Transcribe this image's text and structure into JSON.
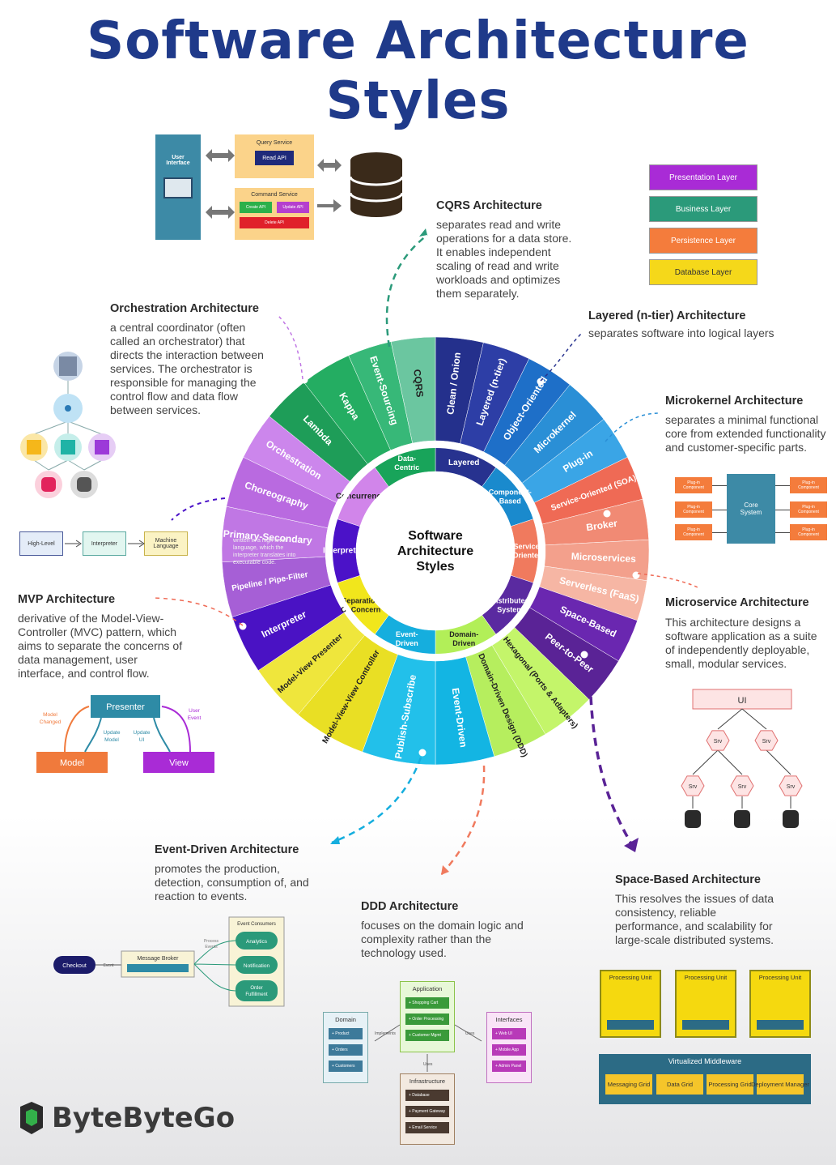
{
  "title": "Software Architecture Styles",
  "logo": {
    "text": "ByteByteGo"
  },
  "wheel": {
    "center": [
      "Software",
      "Architecture",
      "Styles"
    ],
    "inner": [
      {
        "label": "Layered",
        "color": "#27328f"
      },
      {
        "label": "Component-Based",
        "color": "#1a8acd"
      },
      {
        "label": "Service-Oriented",
        "color": "#f07a5e"
      },
      {
        "label": "Distributed System",
        "color": "#5a2aa0"
      },
      {
        "label": "Domain-Driven",
        "color": "#b2ef58"
      },
      {
        "label": "Event-Driven",
        "color": "#15aede"
      },
      {
        "label": "Separation Of Concern",
        "color": "#f1e61c"
      },
      {
        "label": "Interpreter",
        "color": "#4b12c8"
      },
      {
        "label": "Concurrency",
        "color": "#d185ea"
      },
      {
        "label": "Data-Centric",
        "color": "#18a45a"
      }
    ],
    "outer": [
      {
        "label": "Clean / Onion",
        "color": "#24308c"
      },
      {
        "label": "Layered (n-tier)",
        "color": "#2d3ea6"
      },
      {
        "label": "Object-Oriented",
        "color": "#1e6fc8"
      },
      {
        "label": "Microkernel",
        "color": "#2a8fd6"
      },
      {
        "label": "Plug-in",
        "color": "#3aa5e6"
      },
      {
        "label": "Service-Oriented (SOA)",
        "color": "#ef6a55"
      },
      {
        "label": "Broker",
        "color": "#f18a74"
      },
      {
        "label": "Microservices",
        "color": "#f3a08c"
      },
      {
        "label": "Serverless (FaaS)",
        "color": "#f6b6a4"
      },
      {
        "label": "Space-Based",
        "color": "#6a27b0"
      },
      {
        "label": "Peer-to-Peer",
        "color": "#5a2396"
      },
      {
        "label": "Hexagonal (Ports & Adapters)",
        "color": "#c4f56a"
      },
      {
        "label": "Domain-Driven Design (DDD)",
        "color": "#b6ee5e"
      },
      {
        "label": "Event-Driven",
        "color": "#13b5e3"
      },
      {
        "label": "Publish-Subscribe",
        "color": "#22c0ea"
      },
      {
        "label": "Model-View-View Controller",
        "color": "#e9df24"
      },
      {
        "label": "Model-View Presenter",
        "color": "#efe63c"
      },
      {
        "label": "Interpreter",
        "color": "#4a12c4"
      },
      {
        "label": "Pipeline / Pipe-Filter",
        "color": "#a65fd6"
      },
      {
        "label": "Primary-Secondary",
        "color": "#c077e4"
      },
      {
        "label": "Choreography",
        "color": "#b96ae0"
      },
      {
        "label": "Orchestration",
        "color": "#cc86ec"
      },
      {
        "label": "Lambda",
        "color": "#1e9d58"
      },
      {
        "label": "Kappa",
        "color": "#24ad62"
      },
      {
        "label": "Event-Sourcing",
        "color": "#37b878"
      },
      {
        "label": "CQRS",
        "color": "#6bc6a0"
      }
    ],
    "interpreter_note": "written in a high-level language, which the interpreter translates into executable code."
  },
  "sections": {
    "cqrs": {
      "title": "CQRS Architecture",
      "desc": [
        "separates read and write",
        "operations for a data store.",
        "It enables independent",
        "scaling of read and write",
        "workloads and optimizes",
        "them separately."
      ]
    },
    "layered": {
      "title": "Layered (n-tier) Architecture",
      "desc": [
        "separates software into logical layers"
      ]
    },
    "microkernel": {
      "title": "Microkernel Architecture",
      "desc": [
        "separates a minimal functional",
        "core from extended functionality",
        "and customer-specific parts."
      ]
    },
    "microservice": {
      "title": "Microservice Architecture",
      "desc": [
        "This architecture designs a",
        "software application as a suite",
        "of independently deployable,",
        "small, modular services."
      ]
    },
    "spacebased": {
      "title": "Space-Based Architecture",
      "desc": [
        "This resolves the issues of data",
        "consistency, reliable",
        "performance, and scalability for",
        "large-scale distributed systems."
      ]
    },
    "ddd": {
      "title": "DDD Architecture",
      "desc": [
        "focuses on the domain logic and",
        "complexity rather than the",
        "technology used."
      ]
    },
    "eventdriven": {
      "title": "Event-Driven Architecture",
      "desc": [
        "promotes the production,",
        "detection, consumption of, and",
        "reaction to events."
      ]
    },
    "mvp": {
      "title": "MVP Architecture",
      "desc": [
        "derivative of the Model-View-",
        "Controller (MVC) pattern, which",
        "aims to separate the concerns of",
        "data management, user",
        "interface, and control flow."
      ]
    },
    "orchestration": {
      "title": "Orchestration Architecture",
      "desc": [
        "a central coordinator (often",
        "called an orchestrator) that",
        "directs the interaction between",
        "services. The orchestrator is",
        "responsible for managing the",
        "control flow and data flow",
        "between services."
      ]
    }
  },
  "cqrs_diagram": {
    "ui": [
      "User",
      "Interface"
    ],
    "query_service": "Query Service",
    "read_api": "Read API",
    "command_service": "Command Service",
    "create_api": "Create API",
    "update_api": "Update API",
    "delete_api": "Delete API"
  },
  "layers": [
    {
      "label": "Presentation Layer",
      "color": "#a92bd6"
    },
    {
      "label": "Business Layer",
      "color": "#2b9a7a"
    },
    {
      "label": "Persistence Layer",
      "color": "#f47c3c"
    },
    {
      "label": "Database Layer",
      "color": "#f5d81a"
    }
  ],
  "microkernel_diagram": {
    "core": [
      "Core",
      "System"
    ],
    "plugin": [
      "Plug-in",
      "Component"
    ]
  },
  "microservice_diagram": {
    "ui": "UI",
    "srv": "Srv"
  },
  "interpreter_diagram": {
    "high": "High-Level",
    "interp": "Interpreter",
    "machine": [
      "Machine",
      "Language"
    ]
  },
  "mvp_diagram": {
    "presenter": "Presenter",
    "model": "Model",
    "view": "View",
    "model_changed": [
      "Model",
      "Changed"
    ],
    "user_event": [
      "User",
      "Event"
    ],
    "update_model": [
      "Update",
      "Model"
    ],
    "update_ui": [
      "Update",
      "UI"
    ]
  },
  "event_diagram": {
    "checkout": "Checkout",
    "event": "Event",
    "broker": "Message Broker",
    "consumers": "Event Consumers",
    "process": [
      "Process",
      "Events"
    ],
    "analytics": "Analytics",
    "notification": "Notification",
    "order": [
      "Order",
      "Fulfillment"
    ]
  },
  "ddd_diagram": {
    "application": "Application",
    "app_items": [
      "+ Shopping Cart",
      "+ Order Processing",
      "+ Customer Mgmt"
    ],
    "domain": "Domain",
    "domain_items": [
      "+ Product",
      "+ Orders",
      "+ Customers"
    ],
    "interfaces": "Interfaces",
    "if_items": [
      "+ Web UI",
      "+ Mobile App",
      "+ Admin Panel"
    ],
    "infrastructure": "Infrastructure",
    "infra_items": [
      "+ Database",
      "+ Payment Gateway",
      "+ Email Service"
    ],
    "implements": "Implements",
    "uses": "Uses"
  },
  "space_diagram": {
    "unit": "Processing Unit",
    "middleware": "Virtualized Middleware",
    "items": [
      [
        "Messaging",
        "Grid"
      ],
      [
        "Data Grid"
      ],
      [
        "Processing",
        "Grid"
      ],
      [
        "Deployment",
        "Manager"
      ]
    ]
  }
}
